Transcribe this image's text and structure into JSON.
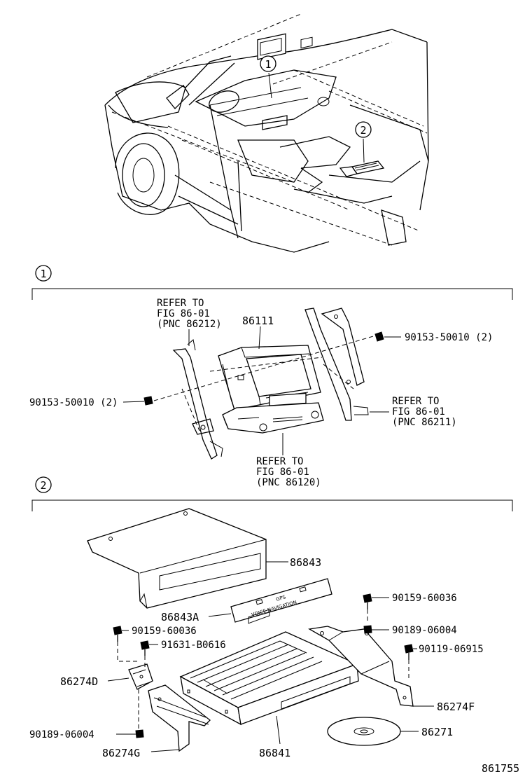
{
  "callouts": {
    "one": "1",
    "two": "2"
  },
  "sections": [
    {
      "number": "1"
    },
    {
      "number": "2"
    }
  ],
  "section1": {
    "refer_top_left": [
      "REFER TO",
      "FIG 86-01",
      "(PNC 86212)"
    ],
    "refer_right": [
      "REFER TO",
      "FIG 86-01",
      "(PNC 86211)"
    ],
    "refer_bottom": [
      "REFER TO",
      "FIG 86-01",
      "(PNC 86120)"
    ],
    "parts": {
      "display": "86111",
      "bolt_right": "90153-50010 (2)",
      "bolt_left": "90153-50010 (2)"
    }
  },
  "section2": {
    "parts": {
      "cover": "86843",
      "plate": "86843A",
      "plate_text": [
        "GPS",
        "VOICE NAVIGATION"
      ],
      "bolt_a": "90159-60036",
      "nut_a": "90189-06004",
      "bolt_b": "90159-60036",
      "bolt_c": "91631-B0616",
      "bolt_d": "90119-06915",
      "bracket_d": "86274D",
      "bracket_f": "86274F",
      "nut_b": "90189-06004",
      "bracket_g": "86274G",
      "unit": "86841",
      "disc": "86271"
    }
  },
  "figure_number": "861755"
}
